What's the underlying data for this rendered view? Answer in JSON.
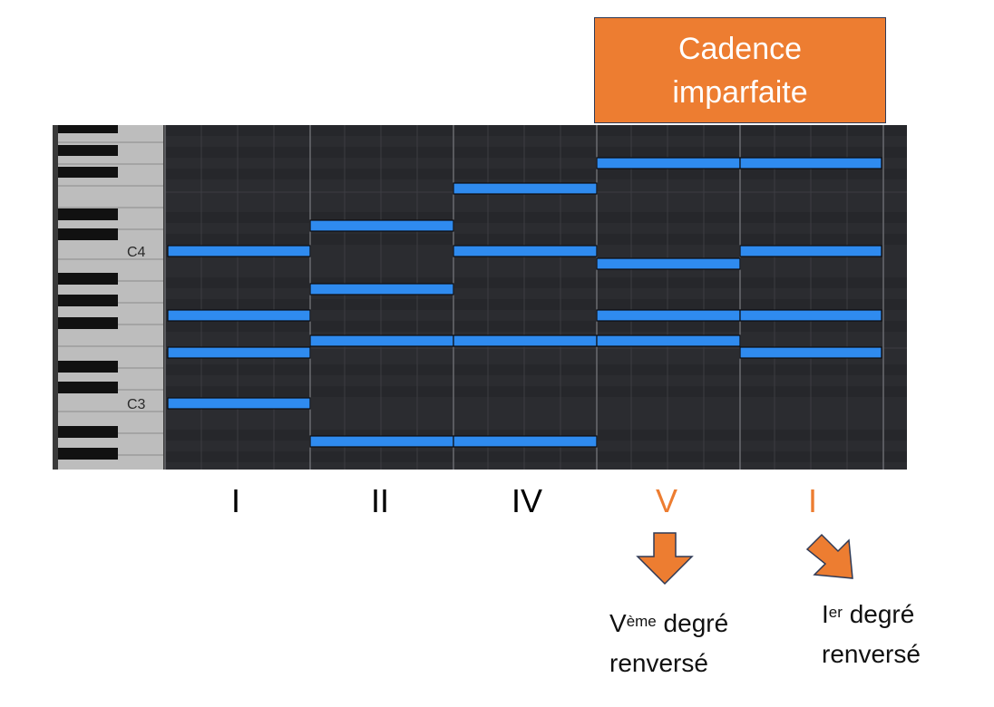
{
  "cadence_box": {
    "line1": "Cadence",
    "line2": "imparfaite"
  },
  "key_labels": {
    "c4": "C4",
    "c3": "C3"
  },
  "degrees": [
    "I",
    "II",
    "IV",
    "V",
    "I"
  ],
  "annotation_v": {
    "roman": "V",
    "sup": "ème",
    "text": "degré",
    "line2": "renversé"
  },
  "annotation_i": {
    "roman": "I",
    "sup": "er",
    "text": "degré",
    "line2": "renversé"
  },
  "colors": {
    "accent": "#ed7d31",
    "note": "#2f8bef",
    "roll_bg": "#2b2c30"
  }
}
